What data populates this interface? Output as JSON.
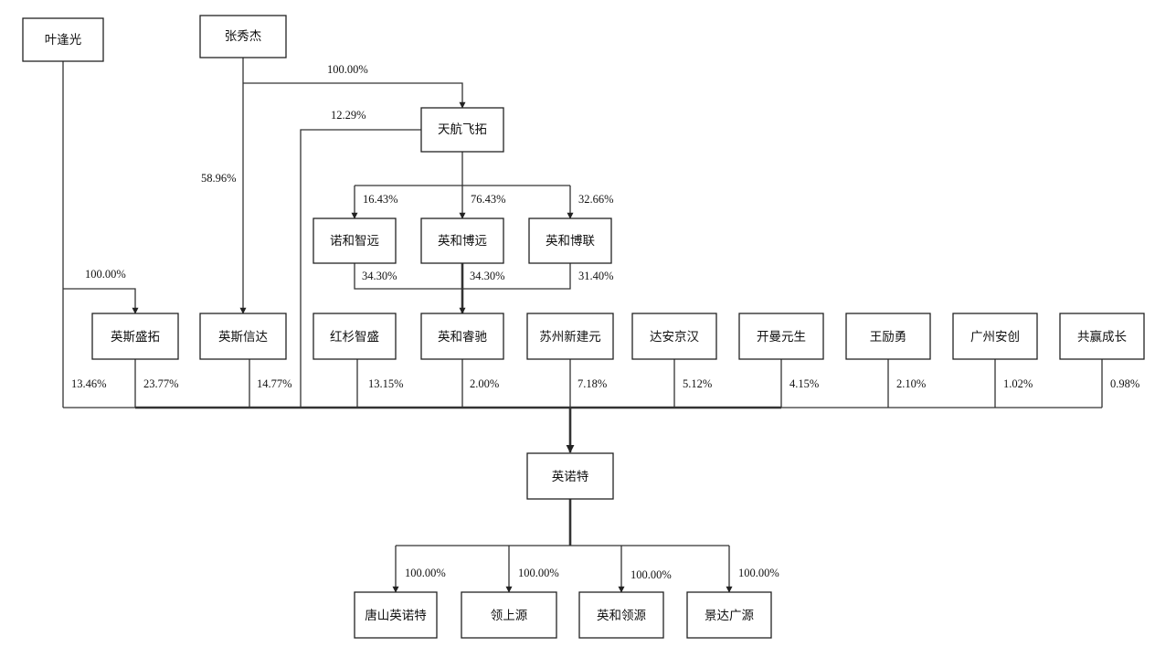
{
  "entities": {
    "ye_fengguang": "叶逢光",
    "zhang_xiujie": "张秀杰",
    "tianhang_feituo": "天航飞拓",
    "nuohe_zhiyuan": "诺和智远",
    "yinghe_boyuan": "英和博远",
    "yinghe_bolian": "英和博联",
    "yingsi_shengtuo": "英斯盛拓",
    "yingsi_xinda": "英斯信达",
    "hongshan_zhisheng": "红杉智盛",
    "yinghe_ruichi": "英和睿驰",
    "suzhou_xinjianyuan": "苏州新建元",
    "daan_jinghan": "达安京汉",
    "kaiman_yuansheng": "开曼元生",
    "wang_liyong": "王励勇",
    "guangzhou_anchuang": "广州安创",
    "gongying_chengzhang": "共赢成长",
    "yingnuote": "英诺特",
    "tangshan_yingnuote": "唐山英诺特",
    "lingshangyuan": "领上源",
    "yinghe_lingyuan": "英和领源",
    "jingda_guangyuan": "景达广源"
  },
  "percentages": {
    "zhang_to_tianhang": "100.00%",
    "tianhang_to_yingnuote": "12.29%",
    "zhang_to_xinda": "58.96%",
    "tianhang_to_nuohe": "16.43%",
    "tianhang_to_boyuan": "76.43%",
    "tianhang_to_bolian": "32.66%",
    "ye_to_shengtuo": "100.00%",
    "nuohe_to_ruichi": "34.30%",
    "boyuan_to_ruichi": "34.30%",
    "bolian_to_ruichi": "31.40%",
    "ye_to_yingnuote": "13.46%",
    "shengtuo_to_yingnuote": "23.77%",
    "xinda_to_yingnuote": "14.77%",
    "hongshan_to_yingnuote": "13.15%",
    "ruichi_to_yingnuote": "2.00%",
    "suzhou_to_yingnuote": "7.18%",
    "daan_to_yingnuote": "5.12%",
    "kaiman_to_yingnuote": "4.15%",
    "wang_to_yingnuote": "2.10%",
    "guangzhou_to_yingnuote": "1.02%",
    "gongying_to_yingnuote": "0.98%",
    "yingnuote_to_tangshan": "100.00%",
    "yingnuote_to_lingshangyuan": "100.00%",
    "yingnuote_to_lingyuan": "100.00%",
    "yingnuote_to_jingda": "100.00%"
  }
}
